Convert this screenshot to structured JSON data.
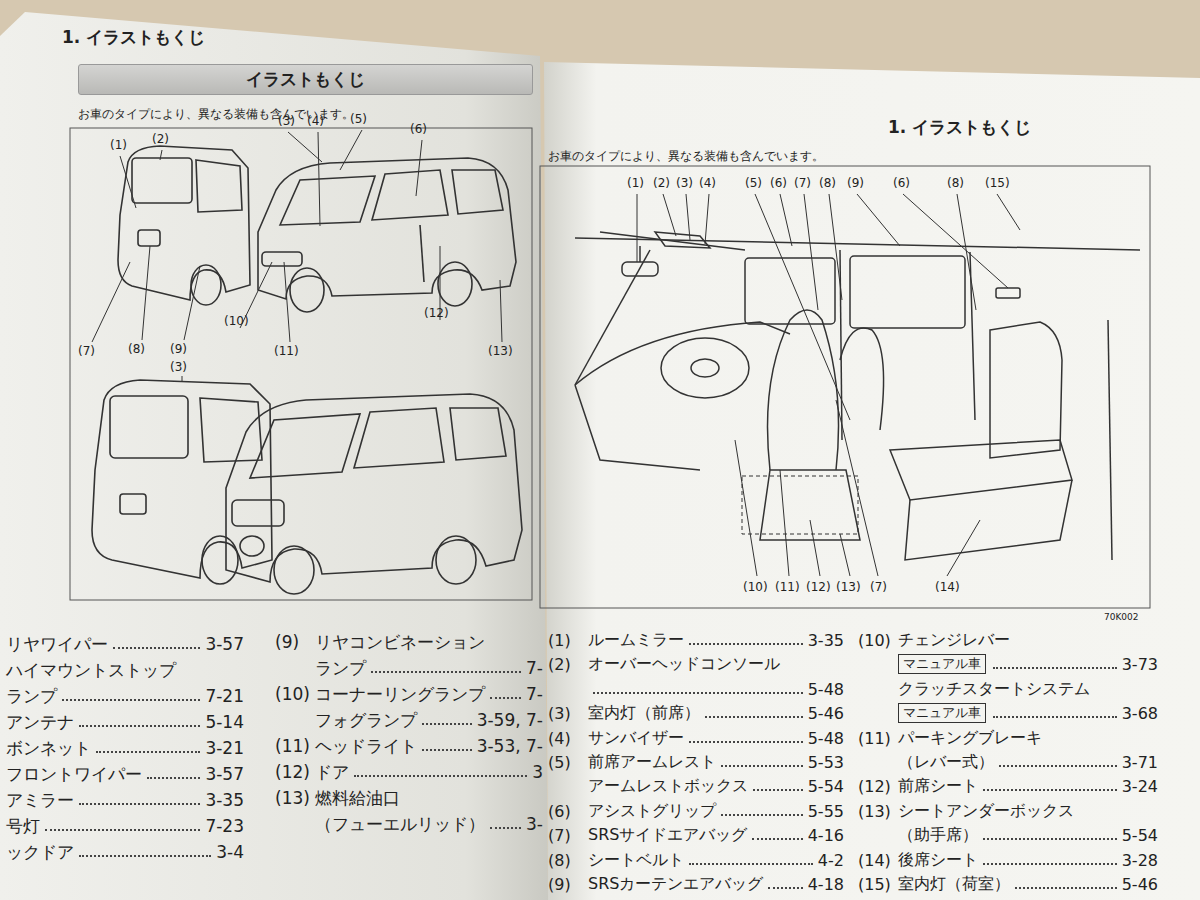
{
  "diagram": {
    "title": "1. イラストもくじ",
    "nodes": [
      {
        "text": [
          "イラストもくじ"
        ]
      },
      {
        "text": [
          "マニュアル車"
        ]
      },
      {
        "text": [
          "マニュアル車"
        ]
      }
    ],
    "labels": [
      "(1)",
      "(2)",
      "(3)",
      "(4)",
      "(5)",
      "(6)",
      "(7)",
      "(8)",
      "(9)",
      "(10)",
      "(11)",
      "(12)",
      "(13)",
      "(3)",
      "リヤワイパー",
      "3-57",
      "ハイマウントストップ",
      "ランプ",
      "7-21",
      "アンテナ",
      "5-14",
      "ボンネット",
      "3-21",
      "フロントワイパー",
      "3-57",
      "アミラー",
      "3-35",
      "号灯",
      "7-23",
      "ックドア",
      "3-4",
      "(9)",
      "リヤコンビネーション",
      "ランプ",
      "7-",
      "(10)",
      "コーナーリングランプ",
      "7-",
      "フォグランプ",
      "3-59, 7-",
      "(11)",
      "ヘッドライト",
      "3-53, 7-",
      "(12)",
      "ドア",
      "3",
      "(13)",
      "燃料給油口",
      "（フューエルリッド）",
      "3-",
      "1. イラストもくじ",
      "お車のタイプにより、異なる装備も含んでいます。",
      "(1)",
      "(2)",
      "(3)",
      "(4)",
      "(5)",
      "(6)",
      "(7)",
      "(8)",
      "(9)",
      "(6)",
      "(8)",
      "(15)",
      "(10)",
      "(11)",
      "(12)",
      "(13)",
      "(7)",
      "(14)",
      "70K002",
      "(1)",
      "ルームミラー",
      "3-35",
      "(2)",
      "オーバーヘッドコンソール",
      "5-48",
      "(3)",
      "室内灯（前席）",
      "5-46",
      "(4)",
      "サンバイザー",
      "5-48",
      "(5)",
      "前席アームレスト",
      "5-53",
      "アームレストボックス",
      "5-54",
      "(6)",
      "アシストグリップ",
      "5-55",
      "(7)",
      "SRSサイドエアバッグ",
      "4-16",
      "(8)",
      "シートベルト",
      "4-2",
      "(9)",
      "SRSカーテンエアバッグ",
      "4-18",
      "(10)",
      "チェンジレバー",
      "3-73",
      "クラッチスタートシステム",
      "3-68",
      "(11)",
      "パーキングブレーキ",
      "（レバー式）",
      "3-71",
      "(12)",
      "前席シート",
      "3-24",
      "(13)",
      "シートアンダーボックス",
      "（助手席）",
      "5-54",
      "(14)",
      "後席シート",
      "3-28",
      "(15)",
      "室内灯（荷室）",
      "5-46",
      "お車のタイプにより、異なる装備も含んでいます。"
    ]
  }
}
